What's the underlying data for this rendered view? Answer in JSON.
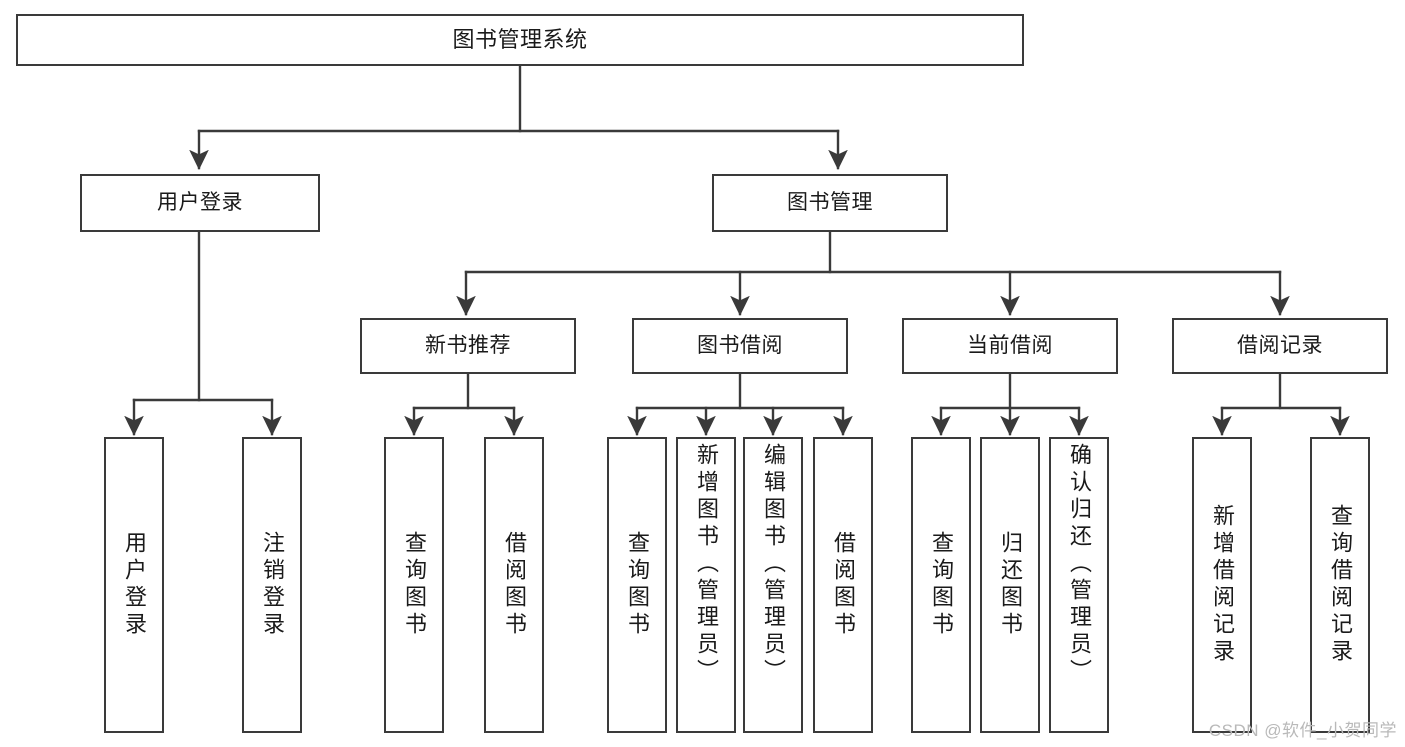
{
  "diagram": {
    "type": "tree-hierarchy",
    "title": "图书管理系统",
    "watermark": "CSDN @软件_小贺同学",
    "colors": {
      "box_border": "#3a3a3a",
      "box_fill": "#ffffff",
      "connector": "#3a3a3a",
      "text": "#1a1a1a",
      "watermark": "#b9b9b9"
    },
    "root": {
      "label": "图书管理系统"
    },
    "level2": [
      {
        "label": "用户登录"
      },
      {
        "label": "图书管理"
      }
    ],
    "level3": [
      {
        "label": "新书推荐"
      },
      {
        "label": "图书借阅"
      },
      {
        "label": "当前借阅"
      },
      {
        "label": "借阅记录"
      }
    ],
    "leaves": {
      "user_login": [
        {
          "label": "用户登录"
        },
        {
          "label": "注销登录"
        }
      ],
      "new_book_recommend": [
        {
          "label": "查询图书"
        },
        {
          "label": "借阅图书"
        }
      ],
      "book_borrow": [
        {
          "label": "查询图书"
        },
        {
          "label": "新增图书（管理员）"
        },
        {
          "label": "编辑图书（管理员）"
        },
        {
          "label": "借阅图书"
        }
      ],
      "current_borrow": [
        {
          "label": "查询图书"
        },
        {
          "label": "归还图书"
        },
        {
          "label": "确认归还（管理员）"
        }
      ],
      "borrow_records": [
        {
          "label": "新增借阅记录"
        },
        {
          "label": "查询借阅记录"
        }
      ]
    }
  }
}
